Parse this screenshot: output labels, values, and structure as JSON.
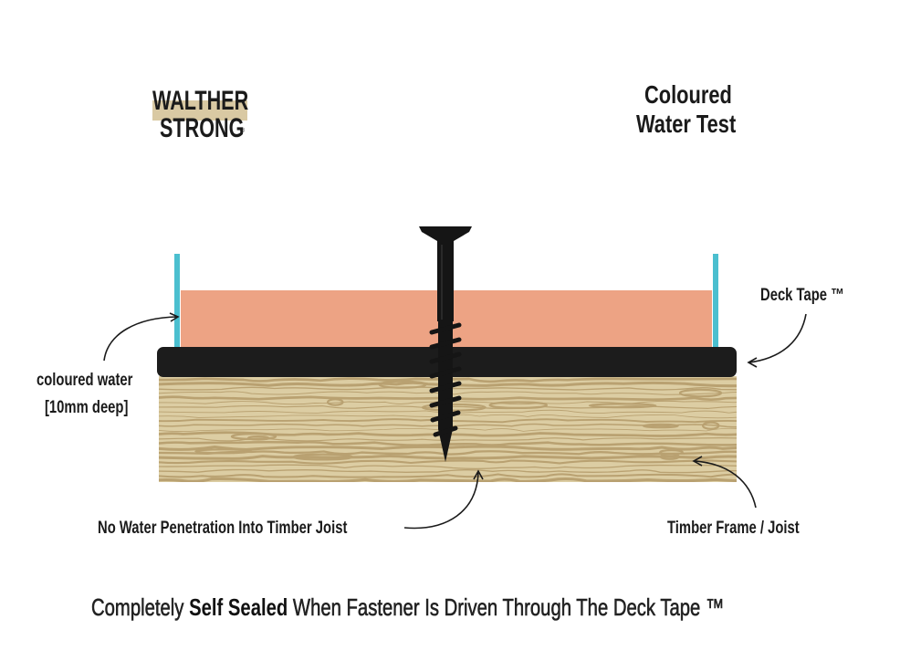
{
  "logo": {
    "line1": "WALTHER",
    "line2": "STRONG",
    "mark": "®",
    "highlight_color": "#d9c9a3"
  },
  "title": {
    "line1": "Coloured",
    "line2": "Water Test"
  },
  "labels": {
    "deck_tape": "Deck Tape ™",
    "coloured_water_line1": "coloured water",
    "coloured_water_line2": "[10mm deep]",
    "no_penetration": "No Water Penetration Into Timber Joist",
    "timber_frame": "Timber Frame / Joist"
  },
  "caption": {
    "part1": "Completely ",
    "part2_bold": "Self Sealed",
    "part3": " When Fastener Is Driven Through The Deck Tape ™"
  },
  "colors": {
    "water": "#eda384",
    "tape": "#1c1c1c",
    "walls": "#4bbfcf",
    "timber": "#dccda3",
    "grain": "#b39a69",
    "screw": "#151515"
  },
  "icons": [
    "screw-icon",
    "arrow-icon"
  ]
}
